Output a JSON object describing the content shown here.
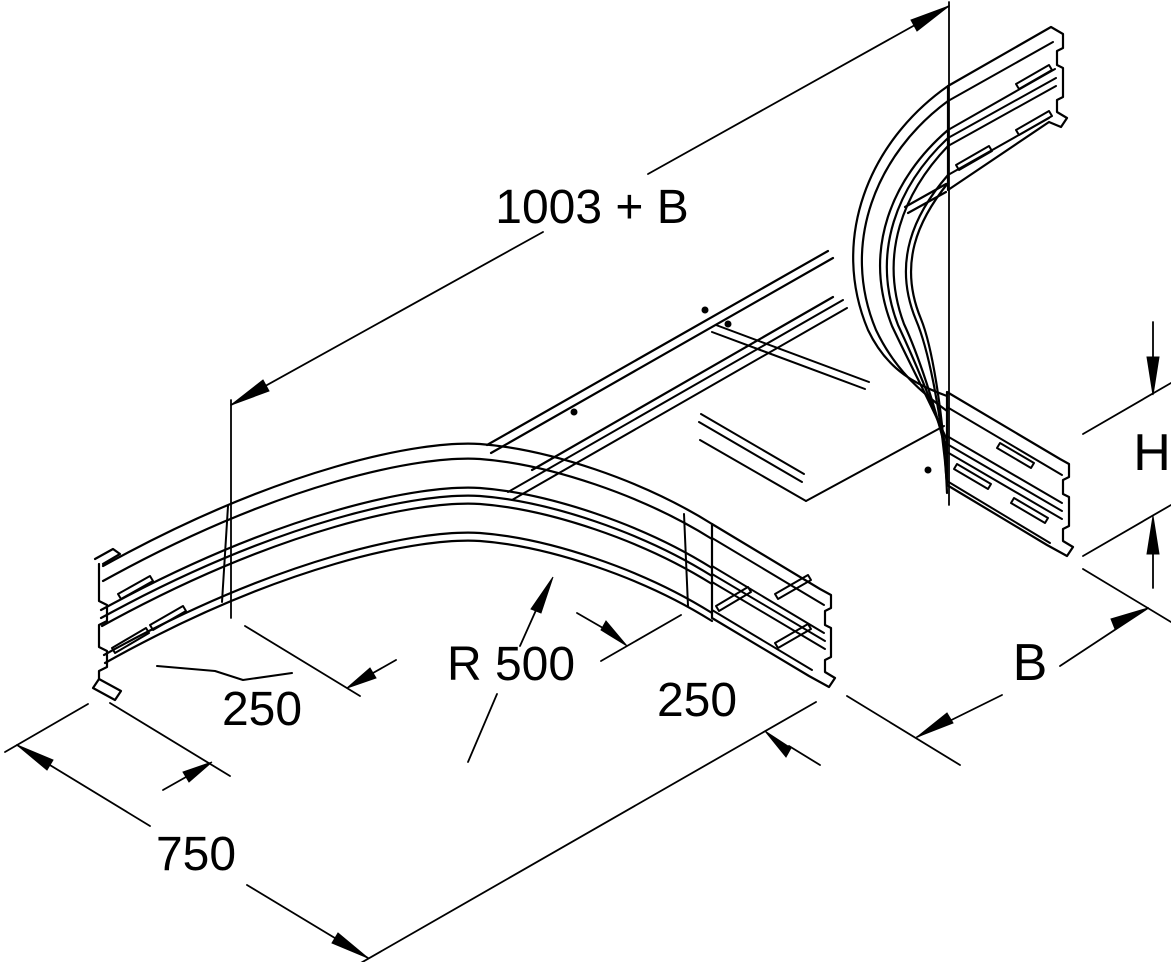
{
  "drawing": {
    "title": "Cable tray add-on tee - isometric dimensional drawing",
    "background_color": "#ffffff",
    "line_color": "#000000",
    "dimensions": {
      "total_length": "1003 + B",
      "bend_radius": "R 500",
      "left_tangent": "250",
      "right_tangent": "250",
      "branch_offset": "750",
      "side_rail_height": "H",
      "tray_width": "B"
    }
  }
}
